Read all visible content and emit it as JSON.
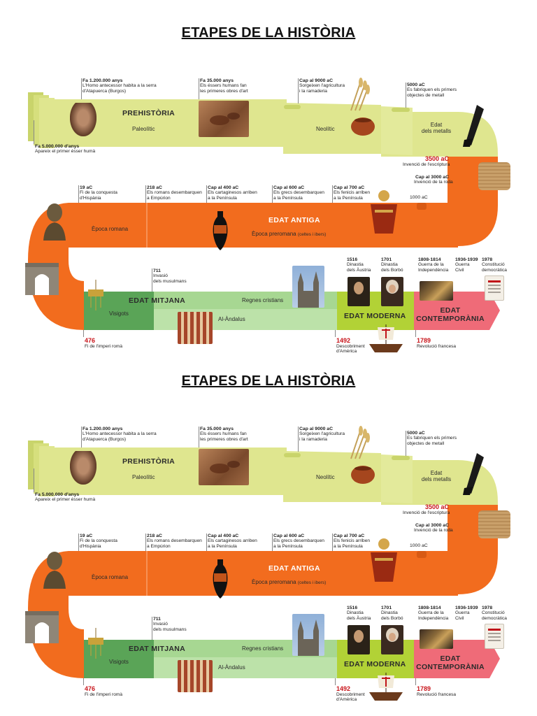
{
  "title": "ETAPES DE LA HISTÒRIA",
  "colors": {
    "prehistory": "#dfe68f",
    "ancient": "#f26c1e",
    "medieval_dark": "#5aa457",
    "medieval_light": "#a7d792",
    "modern": "#b2d236",
    "contemporary": "#ef6b78"
  },
  "prehistory": {
    "label": "PREHISTÒRIA",
    "paleolithic": "Paleolític",
    "neolithic": "Neolític",
    "metals": [
      "Edat",
      "dels metalls"
    ],
    "events": [
      {
        "date": "Fa 5.000.000 d'anys",
        "text": [
          "Apareix el primer ésser humà"
        ]
      },
      {
        "date": "Fa 1.200.000 anys",
        "text": [
          "L'Homo antecessor habita a la serra",
          "d'Atapuerca (Burgos)"
        ]
      },
      {
        "date": "Fa 35.000 anys",
        "text": [
          "Els éssers humans fan",
          "les primeres obres d'art"
        ]
      },
      {
        "date": "Cap al 9000 aC",
        "text": [
          "Sorgeixen l'agricultura",
          "i la ramaderia"
        ]
      },
      {
        "date": "5000 aC",
        "text": [
          "Es fabriquen els primers",
          "objectes de metall"
        ]
      },
      {
        "date": "3500 aC",
        "text": [
          "Invenció de l'escriptura"
        ]
      },
      {
        "date": "Cap al 3000 aC",
        "text": [
          "Invenció de la roda"
        ]
      }
    ]
  },
  "ancient": {
    "label": "EDAT ANTIGA",
    "roman": "Època romana",
    "preroman": "Època preromana",
    "preroman_note": "(celtes i ibers)",
    "events": [
      {
        "date": "19 aC",
        "text": [
          "Fi de la conquesta",
          "d'Hispània"
        ]
      },
      {
        "date": "218 aC",
        "text": [
          "Els romans desembarquen",
          "a Empúrion"
        ]
      },
      {
        "date": "Cap al 400 aC",
        "text": [
          "Els cartaginesos arriben",
          "a la Península"
        ]
      },
      {
        "date": "Cap al 600 aC",
        "text": [
          "Els grecs desembarquen",
          "a la Península"
        ]
      },
      {
        "date": "Cap al 700 aC",
        "text": [
          "Els fenicis arriben",
          "a la Península"
        ]
      },
      {
        "date": "1000 aC",
        "text": []
      }
    ]
  },
  "medieval": {
    "label": "EDAT MITJANA",
    "visigoths": "Visigots",
    "christian": "Regnes cristians",
    "andalus": "Al-Àndalus",
    "events": [
      {
        "date": "711",
        "text": [
          "Invasió",
          "dels musulmans"
        ]
      },
      {
        "date": "476",
        "text": [
          "Fi de l'imperi romà"
        ]
      }
    ]
  },
  "modern": {
    "label": "EDAT MODERNA",
    "events": [
      {
        "date": "1516",
        "text": [
          "Dinastia",
          "dels Àustria"
        ]
      },
      {
        "date": "1701",
        "text": [
          "Dinastia",
          "dels Borbó"
        ]
      },
      {
        "date": "1492",
        "text": [
          "Descobriment",
          "d'Amèrica"
        ]
      }
    ]
  },
  "contemporary": {
    "label": [
      "EDAT",
      "CONTEMPORÀNIA"
    ],
    "events": [
      {
        "date": "1808-1814",
        "text": [
          "Guerra de la",
          "Independència"
        ]
      },
      {
        "date": "1936-1939",
        "text": [
          "Guerra",
          "Civil"
        ]
      },
      {
        "date": "1978",
        "text": [
          "Constitució",
          "democràtica"
        ]
      },
      {
        "date": "1789",
        "text": [
          "Revolució francesa"
        ]
      }
    ]
  },
  "icons": [
    "homo-antecessor-head",
    "cave-painting",
    "wheat",
    "clay-bowl",
    "bronze-axe",
    "clay-tablet",
    "roman-bust",
    "greek-amphora",
    "phoenician-figure",
    "roman-arch",
    "visigothic-crown",
    "gothic-cathedral",
    "cordoba-mosque",
    "portrait-carlos-v",
    "portrait-felipe-v",
    "goya-painting",
    "constitution-document",
    "caravel-ship"
  ]
}
